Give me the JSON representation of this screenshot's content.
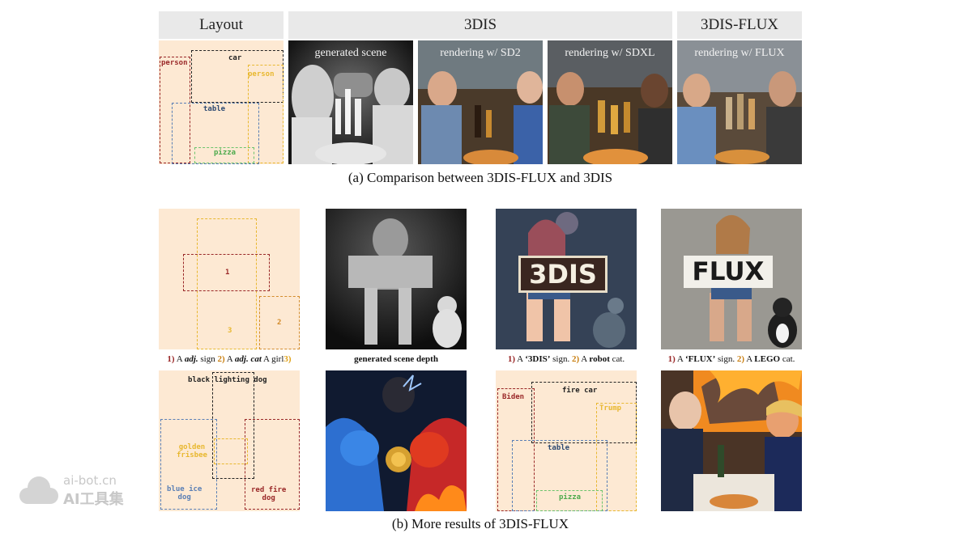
{
  "headers": {
    "layout": "Layout",
    "dis": "3DIS",
    "flux": "3DIS-FLUX"
  },
  "panel_a": {
    "image_titles": [
      "generated scene",
      "rendering w/ SD2",
      "rendering w/ SDXL",
      "rendering w/ FLUX"
    ],
    "layout_labels": [
      "person",
      "car",
      "person",
      "table",
      "pizza"
    ],
    "caption": "(a) Comparison between 3DIS-FLUX and 3DIS"
  },
  "panel_b": {
    "layout1_labels": [
      "1",
      "3",
      "2"
    ],
    "sign_texts": [
      "3DIS",
      "FLUX"
    ],
    "caption_depth": "generated scene depth",
    "cap1": {
      "n1": "1)",
      "t1": " A ",
      "adj1": "adj.",
      "t2": " sign ",
      "n2": "2)",
      "t3": " A ",
      "adj2": "adj. cat",
      "n3": "3)",
      "t4": " A girl"
    },
    "cap3": {
      "n1": "1)",
      "t1": " A ",
      "q1": "‘3DIS’",
      "t2": " sign. ",
      "n2": "2)",
      "t3": " A ",
      "w1": "robot",
      "t4": " cat."
    },
    "cap4": {
      "n1": "1)",
      "t1": " A ",
      "q1": "‘FLUX’",
      "t2": " sign. ",
      "n2": "2)",
      "t3": " A ",
      "w1": "LEGO",
      "t4": " cat."
    },
    "layout2_labels": [
      "black lighting dog",
      "golden\nfrisbee",
      "blue ice\ndog",
      "red fire\ndog"
    ],
    "layout3_labels": [
      "Biden",
      "fire car",
      "Trump",
      "table",
      "pizza"
    ],
    "caption": "(b) More results of 3DIS-FLUX"
  },
  "watermark": {
    "line1": "ai-bot.cn",
    "line2": "AI工具集"
  },
  "colors": {
    "dark_red": "#9a2828",
    "black": "#222222",
    "yellow": "#e8b830",
    "blue": "#5a7fb5",
    "green": "#6cc46c",
    "layout_bg": "#fde9d3"
  }
}
